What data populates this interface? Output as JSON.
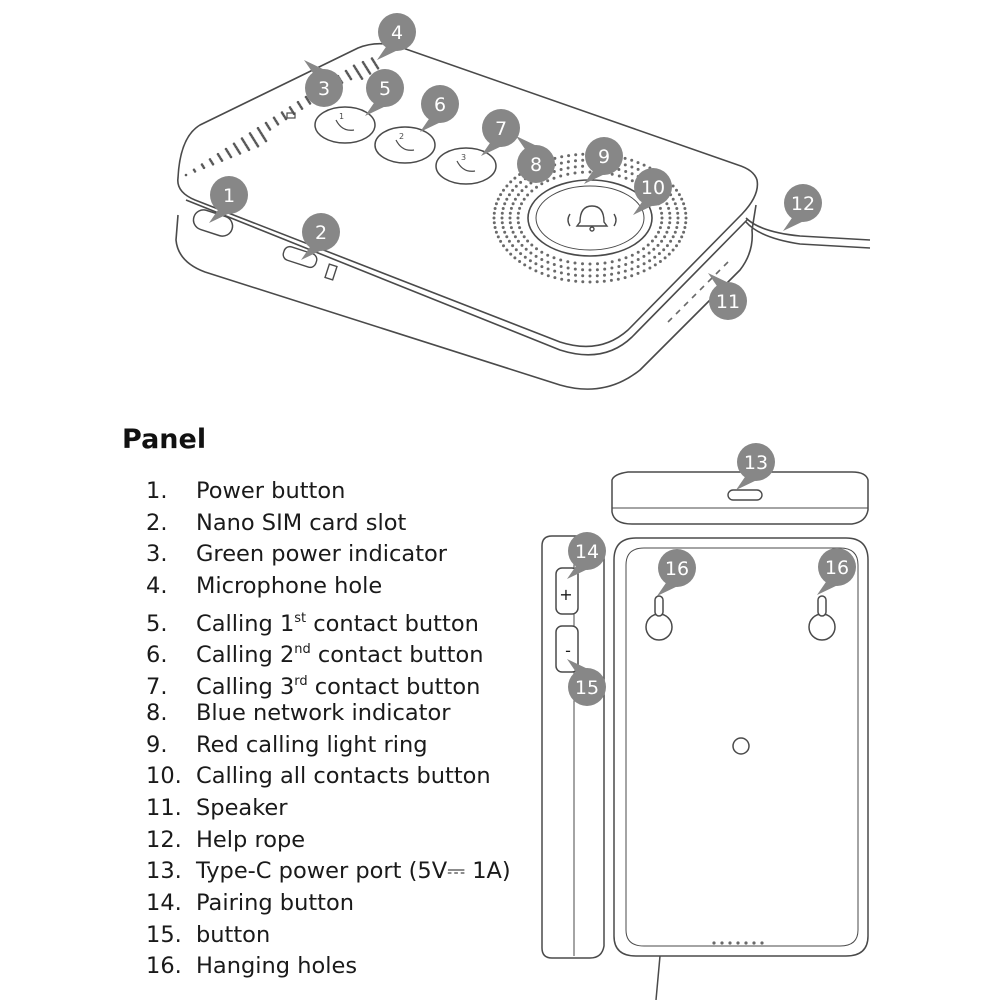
{
  "panel": {
    "title": "Panel",
    "items": [
      {
        "num": "1.",
        "text": "Power button"
      },
      {
        "num": "2.",
        "text": "Nano SIM card slot"
      },
      {
        "num": "3.",
        "text": "Green power indicator"
      },
      {
        "num": "4.",
        "text": "Microphone hole"
      },
      {
        "num": "5.",
        "pre": "Calling 1",
        "sup": "st",
        "post": " contact button"
      },
      {
        "num": "6.",
        "pre": "Calling 2",
        "sup": "nd",
        "post": " contact button"
      },
      {
        "num": "7.",
        "pre": "Calling 3",
        "sup": "rd",
        "post": " contact button"
      },
      {
        "num": "8.",
        "text": "Blue network indicator"
      },
      {
        "num": "9.",
        "text": "Red calling light ring"
      },
      {
        "num": "10.",
        "text": "Calling all contacts button"
      },
      {
        "num": "11.",
        "text": "Speaker"
      },
      {
        "num": "12.",
        "text": "Help rope"
      },
      {
        "num": "13.",
        "text": "Type-C power port (5V⎓ 1A)"
      },
      {
        "num": "14.",
        "text": "Pairing button"
      },
      {
        "num": "15.",
        "text": "button"
      },
      {
        "num": "16.",
        "text": "Hanging holes"
      }
    ]
  },
  "callouts": [
    "1",
    "2",
    "3",
    "4",
    "5",
    "6",
    "7",
    "8",
    "9",
    "10",
    "11",
    "12",
    "13",
    "14",
    "15",
    "16",
    "16"
  ],
  "side_buttons": {
    "plus": "+",
    "minus": "-"
  },
  "colors": {
    "badge": "#878787",
    "badge_text": "#ffffff",
    "outline": "#4a4a4a",
    "background": "#ffffff"
  }
}
